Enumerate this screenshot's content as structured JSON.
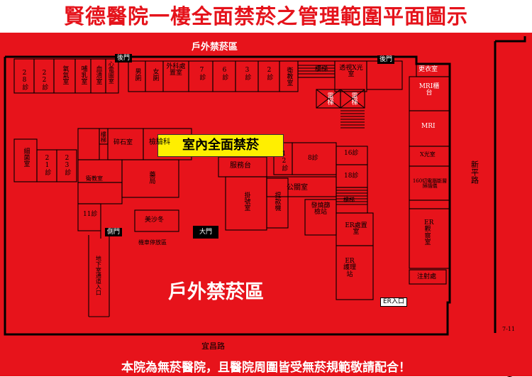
{
  "title": "賢德醫院一樓全面禁菸之管理範圍平面圖示",
  "footer": "本院為無菸醫院，且醫院周圍皆受無菸規範敬請配合！",
  "zones": {
    "outdoor_top": "戶外禁菸區",
    "outdoor_main": "戶外禁菸區",
    "indoor": "室內全面禁菸"
  },
  "roads": {
    "bottom": "宜昌路",
    "right": "新平路",
    "right_sign": "7-11"
  },
  "doors": {
    "back_left": "後門",
    "back_right": "後門",
    "side": "側門",
    "main": "大門",
    "er": "ER入口"
  },
  "rooms": {
    "r28": "28診",
    "r22": "22診",
    "oxygen": "氧氣室",
    "lactation": "哺乳室",
    "blood_clean": "血清室",
    "ecg": "心電圖室",
    "male_wc": "男廁",
    "female_wc": "女廁",
    "surgery": "外科處置室",
    "r7": "7診",
    "r6": "6診",
    "r3": "3診",
    "r2": "2診",
    "health_edu_top": "衛教室",
    "stairs_top": "樓梯",
    "xray_top": "透視X光室",
    "elev1": "電梯",
    "elev2": "電梯",
    "changing": "更衣室",
    "mri_counter": "MRI櫃台",
    "mri": "MRI",
    "cyto": "細菌室",
    "r21": "21診",
    "r23": "23診",
    "stairs_left": "樓梯",
    "stone": "碎石室",
    "lab": "檢驗科",
    "health_edu": "衛教室",
    "pharmacy": "藥局",
    "service": "服務台",
    "r12": "12診",
    "r8": "8診",
    "r16": "16診",
    "r18": "18診",
    "xray_right": "X光室",
    "ct": "160切電腦斷層掃描儀",
    "registration": "掛號室",
    "public": "公關室",
    "atm": "提款機",
    "kiosk": "發燒篩檢站",
    "stairs_right": "樓梯",
    "er_treat": "ER處置室",
    "er_obs": "ER觀察室",
    "r11": "11診",
    "beauty": "美沙冬",
    "er_nurse": "ER護理站",
    "injection": "注射處",
    "parking": "機車停放區",
    "basement": "地下室通道入口"
  }
}
